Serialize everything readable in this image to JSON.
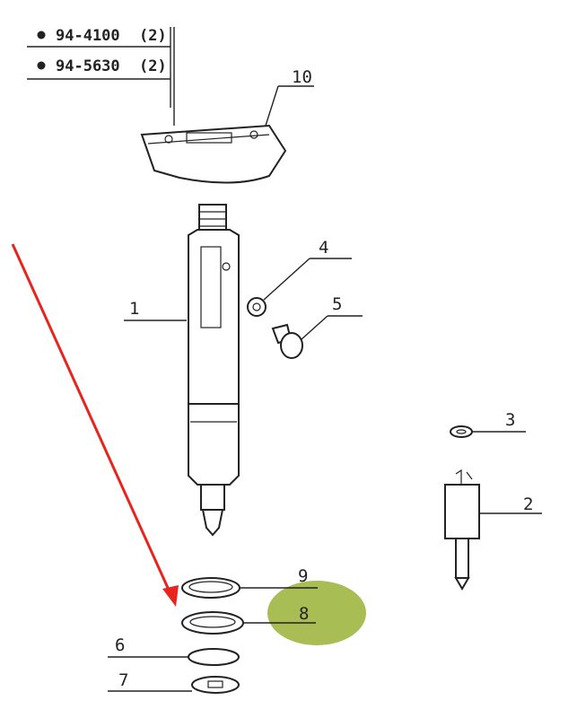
{
  "part_refs": [
    {
      "code": "94-4100",
      "qty": "(2)"
    },
    {
      "code": "94-5630",
      "qty": "(2)"
    }
  ],
  "callouts": {
    "c1": "1",
    "c2": "2",
    "c3": "3",
    "c4": "4",
    "c5": "5",
    "c6": "6",
    "c7": "7",
    "c8": "8",
    "c9": "9",
    "c10": "10"
  },
  "colors": {
    "arrow": "#e8241f",
    "highlight": "#9fb640",
    "ink": "#222222"
  }
}
